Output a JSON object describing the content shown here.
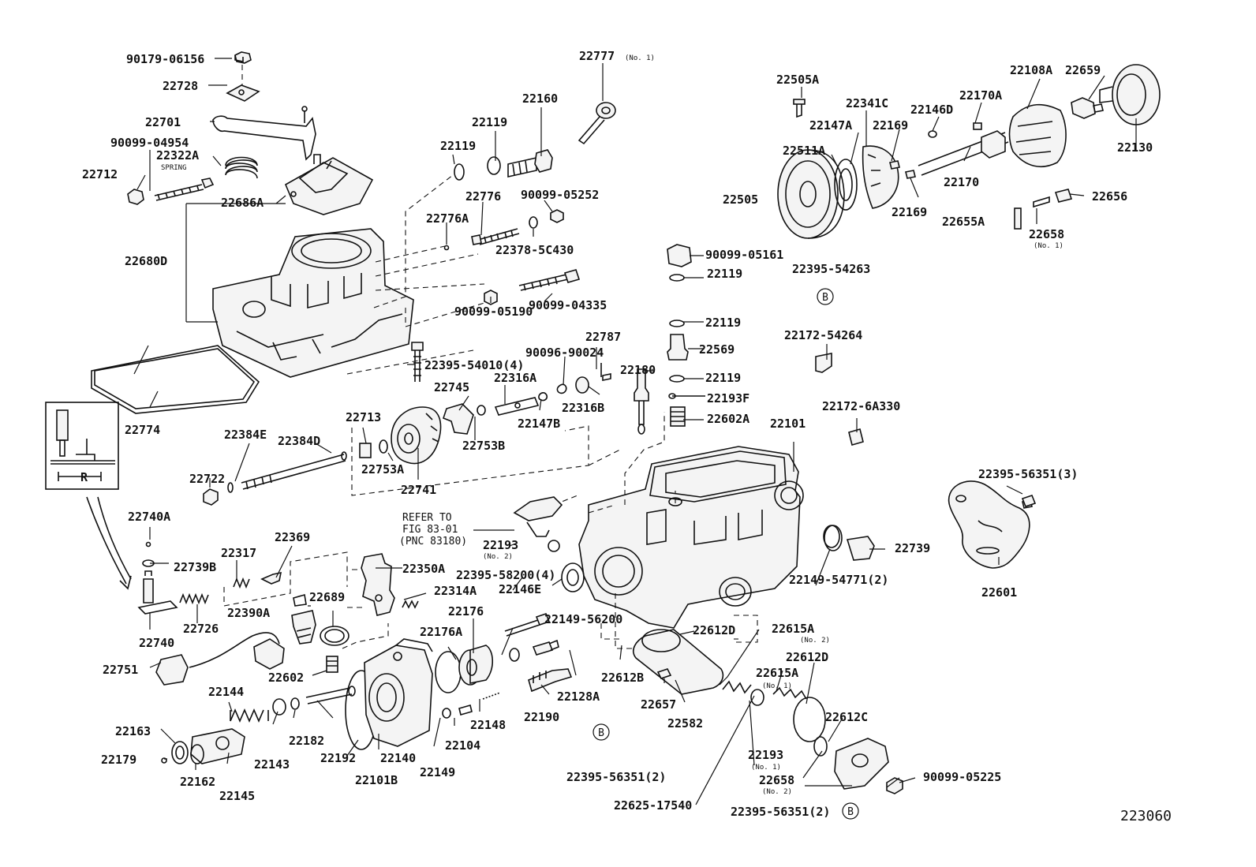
{
  "diagram": {
    "figure_id": "223060",
    "reference_note": [
      "REFER TO",
      "FIG 83-01",
      "(PNC 83180)"
    ],
    "callout_B": "B",
    "labels": [
      {
        "t": "90179-06156"
      },
      {
        "t": "22728"
      },
      {
        "t": "22701"
      },
      {
        "t": "90099-04954"
      },
      {
        "t": "22322A"
      },
      {
        "t": "SPRING"
      },
      {
        "t": "22712"
      },
      {
        "t": "22686A"
      },
      {
        "t": "22680D"
      },
      {
        "t": "22774"
      },
      {
        "t": "22777"
      },
      {
        "t": "(No. 1)"
      },
      {
        "t": "22160"
      },
      {
        "t": "22119"
      },
      {
        "t": "22119"
      },
      {
        "t": "22776"
      },
      {
        "t": "90099-05252"
      },
      {
        "t": "22776A"
      },
      {
        "t": "22378-5C430"
      },
      {
        "t": "90099-04335"
      },
      {
        "t": "90099-05190"
      },
      {
        "t": "22395-54010(4)"
      },
      {
        "t": "22787"
      },
      {
        "t": "90096-90024"
      },
      {
        "t": "22316A"
      },
      {
        "t": "22745"
      },
      {
        "t": "22147B"
      },
      {
        "t": "22316B"
      },
      {
        "t": "22713"
      },
      {
        "t": "22753B"
      },
      {
        "t": "22384E"
      },
      {
        "t": "22384D"
      },
      {
        "t": "22722"
      },
      {
        "t": "22753A"
      },
      {
        "t": "22741"
      },
      {
        "t": "22740A"
      },
      {
        "t": "22739B"
      },
      {
        "t": "22317"
      },
      {
        "t": "22369"
      },
      {
        "t": "22350A"
      },
      {
        "t": "22390A"
      },
      {
        "t": "22689"
      },
      {
        "t": "22314A"
      },
      {
        "t": "22726"
      },
      {
        "t": "22740"
      },
      {
        "t": "22751"
      },
      {
        "t": "22602"
      },
      {
        "t": "22144"
      },
      {
        "t": "22163"
      },
      {
        "t": "22179"
      },
      {
        "t": "22162"
      },
      {
        "t": "22145"
      },
      {
        "t": "22143"
      },
      {
        "t": "22182"
      },
      {
        "t": "22192"
      },
      {
        "t": "22140"
      },
      {
        "t": "22101B"
      },
      {
        "t": "22149"
      },
      {
        "t": "22104"
      },
      {
        "t": "22148"
      },
      {
        "t": "22176A"
      },
      {
        "t": "22176"
      },
      {
        "t": "22395-58200(4)"
      },
      {
        "t": "22146E"
      },
      {
        "t": "22193"
      },
      {
        "t": "(No. 2)"
      },
      {
        "t": "22149-56200"
      },
      {
        "t": "22190"
      },
      {
        "t": "22128A"
      },
      {
        "t": "22612B"
      },
      {
        "t": "22657"
      },
      {
        "t": "22582"
      },
      {
        "t": "22612D"
      },
      {
        "t": "22395-56351(2)"
      },
      {
        "t": "22625-17540"
      },
      {
        "t": "22615A"
      },
      {
        "t": "(No. 2)"
      },
      {
        "t": "22612D"
      },
      {
        "t": "22615A"
      },
      {
        "t": "(No. 1)"
      },
      {
        "t": "22612C"
      },
      {
        "t": "22193"
      },
      {
        "t": "(No. 1)"
      },
      {
        "t": "22658"
      },
      {
        "t": "(No. 2)"
      },
      {
        "t": "90099-05225"
      },
      {
        "t": "22395-56351(2)"
      },
      {
        "t": "22101"
      },
      {
        "t": "22149-54771(2)"
      },
      {
        "t": "22739"
      },
      {
        "t": "22601"
      },
      {
        "t": "22395-56351(3)"
      },
      {
        "t": "22180"
      },
      {
        "t": "90099-05161"
      },
      {
        "t": "22119"
      },
      {
        "t": "22119"
      },
      {
        "t": "22569"
      },
      {
        "t": "22119"
      },
      {
        "t": "22193F"
      },
      {
        "t": "22602A"
      },
      {
        "t": "22395-54263"
      },
      {
        "t": "22172-54264"
      },
      {
        "t": "22172-6A330"
      },
      {
        "t": "22505A"
      },
      {
        "t": "22341C"
      },
      {
        "t": "22147A"
      },
      {
        "t": "22169"
      },
      {
        "t": "22146D"
      },
      {
        "t": "22170A"
      },
      {
        "t": "22108A"
      },
      {
        "t": "22659"
      },
      {
        "t": "22511A"
      },
      {
        "t": "22505"
      },
      {
        "t": "22169"
      },
      {
        "t": "22170"
      },
      {
        "t": "22130"
      },
      {
        "t": "22656"
      },
      {
        "t": "22655A"
      },
      {
        "t": "22658"
      },
      {
        "t": "(No. 1)"
      },
      {
        "t": "R"
      }
    ]
  }
}
